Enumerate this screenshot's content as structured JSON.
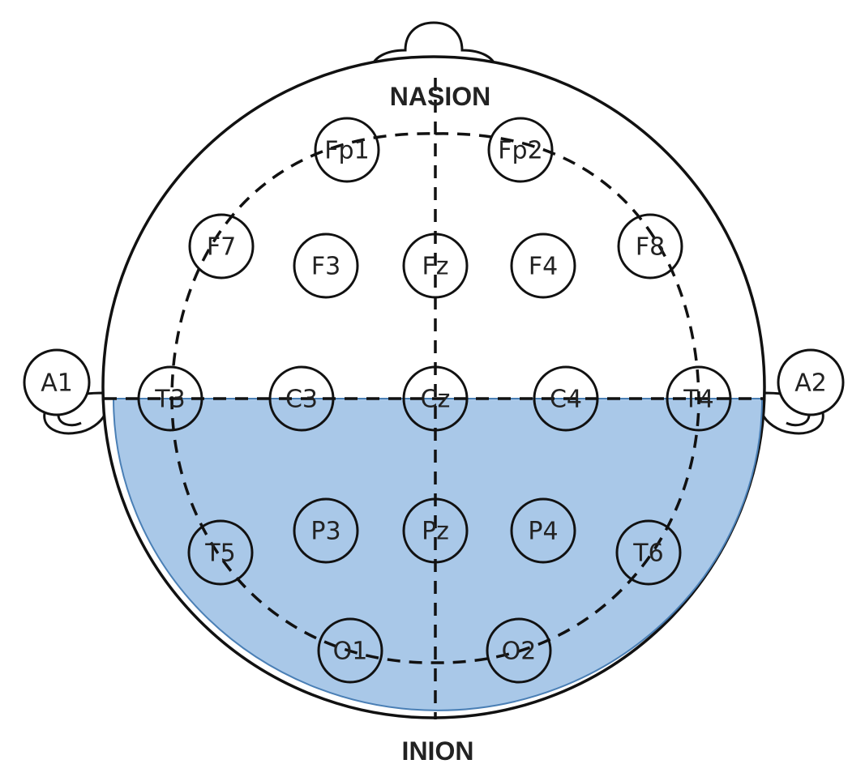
{
  "landmarks": {
    "top": "NASION",
    "bottom": "INION"
  },
  "electrodes": {
    "fp1": "Fp1",
    "fp2": "Fp2",
    "f7": "F7",
    "f3": "F3",
    "fz": "Fz",
    "f4": "F4",
    "f8": "F8",
    "a1": "A1",
    "t3": "T3",
    "c3": "C3",
    "cz": "Cz",
    "c4": "C4",
    "t4": "T4",
    "a2": "A2",
    "t5": "T5",
    "p3": "P3",
    "pz": "Pz",
    "p4": "P4",
    "t6": "T6",
    "o1": "O1",
    "o2": "O2"
  },
  "colors": {
    "highlight": "#a9c8e8",
    "highlight_edge": "#4a7fb5",
    "stroke": "#111111"
  }
}
